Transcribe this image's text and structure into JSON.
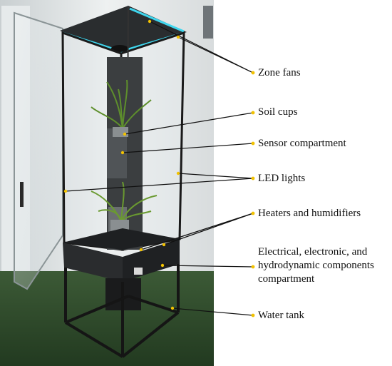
{
  "labels": {
    "zone_fans": "Zone fans",
    "soil_cups": "Soil cups",
    "sensor_compartment": "Sensor compartment",
    "led_lights": "LED lights",
    "heaters_humidifiers": "Heaters and humidifiers",
    "electrical_compartment": "Electrical, electronic, and hydrodynamic components compartment",
    "water_tank": "Water tank"
  },
  "colors": {
    "leader_line": "#111111",
    "anchor_dot": "#f2c200",
    "led_glow": "#3fd6ee",
    "frame": "#1a1a1a",
    "floor": "#2e4a2a",
    "wall": "#dfe3e4"
  }
}
